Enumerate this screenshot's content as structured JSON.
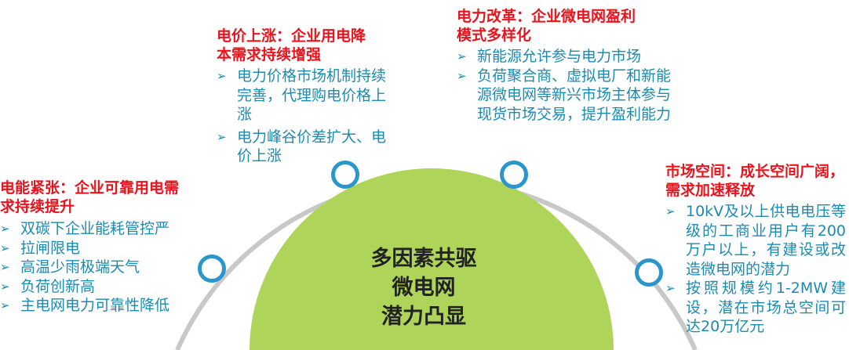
{
  "center": {
    "lines": [
      "多因素共驱",
      "微电网",
      "潜力凸显"
    ]
  },
  "colors": {
    "title": "#e8141d",
    "item": "#1b8bb0",
    "node_ring": "#2a96cc",
    "arc": "#c8c8c8",
    "center_fill": "#aed45a",
    "center_text": "#222222"
  },
  "blocks": [
    {
      "id": "energy-shortage",
      "title": [
        "电能紧张：企业可靠用电需",
        "求持续提升"
      ],
      "items": [
        "双碳下企业能耗管控严",
        "拉闸限电",
        "高温少雨极端天气",
        "负荷创新高",
        "主电网电力可靠性降低"
      ]
    },
    {
      "id": "price-rise",
      "title": [
        "电价上涨：企业用电降",
        "本需求持续增强"
      ],
      "items": [
        "电力价格市场机制持续完善，代理购电价格上涨",
        "电力峰谷价差扩大、电价上涨"
      ]
    },
    {
      "id": "power-reform",
      "title": [
        "电力改革：企业微电网盈利",
        "模式多样化"
      ],
      "items": [
        "新能源允许参与电力市场",
        "负荷聚合商、虚拟电厂和新能源微电网等新兴市场主体参与现货市场交易，提升盈利能力"
      ]
    },
    {
      "id": "market-space",
      "title": [
        "市场空间：成长空间广阔，",
        "需求加速释放"
      ],
      "items": [
        "10kV及以上供电电压等级的工商业用户有200万户以上，有建设或改造微电网的潜力",
        "按照规模约1-2MW建设，潜在市场总空间可达20万亿元"
      ]
    }
  ]
}
